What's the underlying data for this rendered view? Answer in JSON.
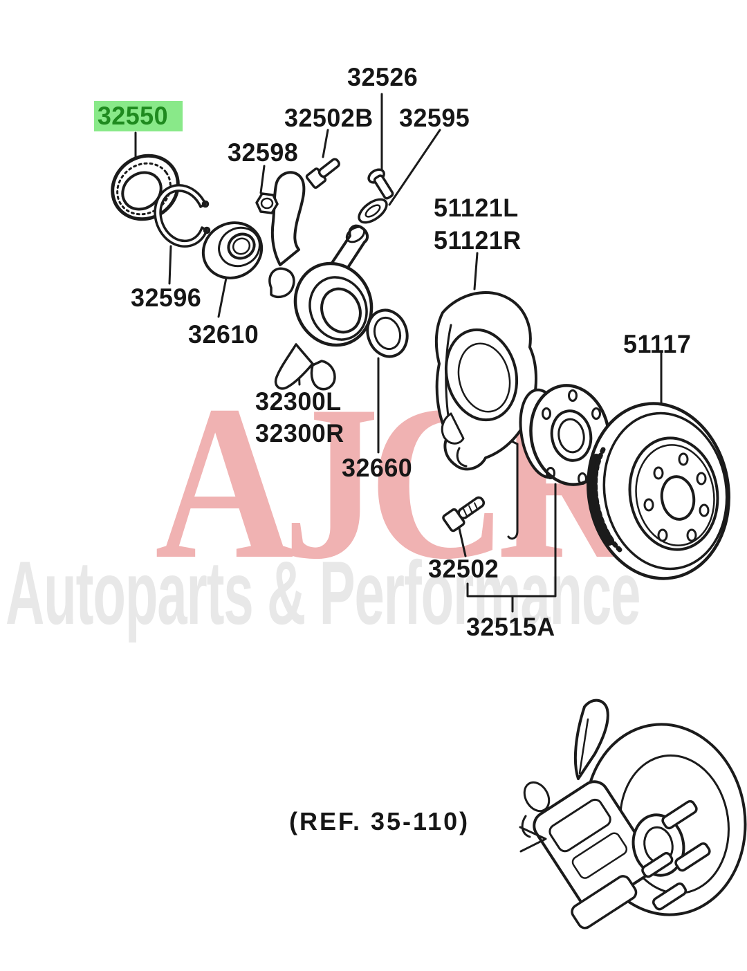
{
  "diagram": {
    "type": "exploded-parts-diagram",
    "subject": "front axle hub and knuckle",
    "line_color": "#1b1b1b",
    "background_color": "#ffffff",
    "highlight_fill": "#89e989",
    "highlight_text_color": "#1f8a1f",
    "part_labels": [
      {
        "text": "32550",
        "part": "grease-seal-outer",
        "highlighted": true
      },
      {
        "text": "32526",
        "part": "screw"
      },
      {
        "text": "32502B",
        "part": "bolt"
      },
      {
        "text": "32595",
        "part": "washer"
      },
      {
        "text": "32598",
        "part": "nut"
      },
      {
        "text": "51121L",
        "part": "brake-dust-shield-left"
      },
      {
        "text": "51121R",
        "part": "brake-dust-shield-right"
      },
      {
        "text": "32596",
        "part": "snap-ring"
      },
      {
        "text": "32610",
        "part": "wheel-bearing"
      },
      {
        "text": "32300L",
        "part": "steering-knuckle-left"
      },
      {
        "text": "32300R",
        "part": "steering-knuckle-right"
      },
      {
        "text": "32660",
        "part": "grease-seal-inner"
      },
      {
        "text": "51117",
        "part": "brake-disc-rotor"
      },
      {
        "text": "32502",
        "part": "wheel-stud"
      },
      {
        "text": "32515A",
        "part": "front-hub-assembly"
      }
    ],
    "reference_note": "(REF. 35-110)"
  },
  "watermark": {
    "logo_text": "AJCR",
    "logo_color": "#f0b2b2",
    "tagline": "Autoparts & Performance",
    "tagline_color": "#e8e8e8"
  }
}
